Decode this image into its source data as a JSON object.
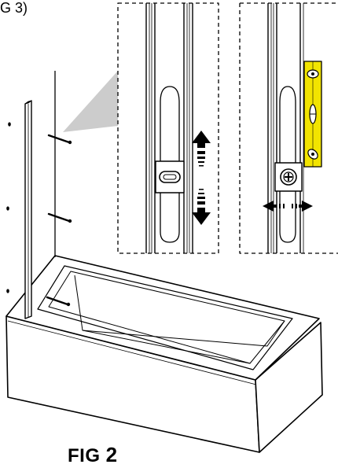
{
  "header_fragment": "G 3)",
  "caption": {
    "prefix": "FIG",
    "number": "2"
  }
}
